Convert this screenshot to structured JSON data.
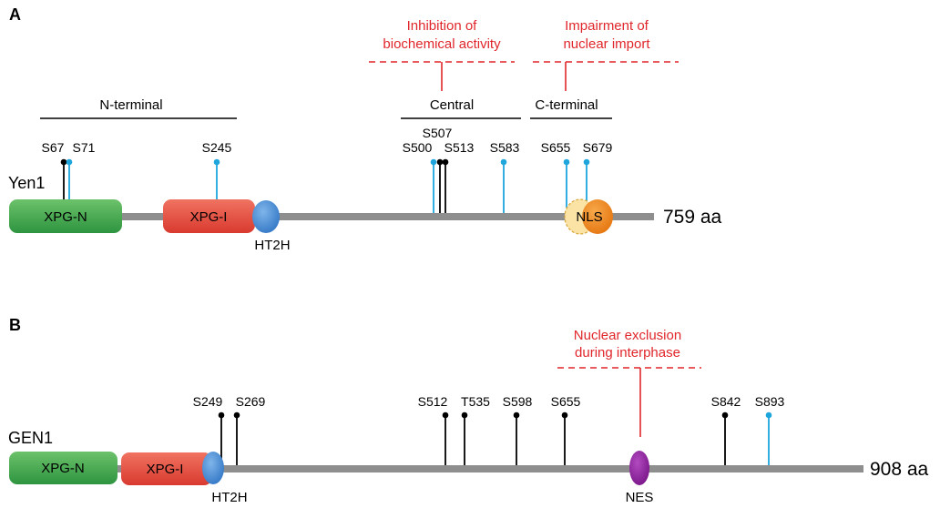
{
  "colors": {
    "backbone": "#8e8e8e",
    "black_site": "#000000",
    "blue_site": "#1ea6dc",
    "annotation": "#e0262b",
    "xpg_n": "#3cab45",
    "xpg_i": "#e84b3c",
    "ht2h": "#4a8fd6",
    "nls": "#f08a1c",
    "nls_ghost": "#fbe3a6",
    "nes": "#8b1f99"
  },
  "panel_a": {
    "label": "A",
    "protein": "Yen1",
    "length_label": "759 aa",
    "domains": {
      "xpg_n": "XPG-N",
      "xpg_i": "XPG-I",
      "ht2h": "HT2H",
      "nls": "NLS"
    },
    "regions": {
      "n_terminal": "N-terminal",
      "central": "Central",
      "c_terminal": "C-terminal"
    },
    "annotations": {
      "central": [
        "Inhibition of",
        "biochemical activity"
      ],
      "c_terminal": [
        "Impairment of",
        "nuclear import"
      ]
    },
    "sites": [
      {
        "label": "S67",
        "color": "black"
      },
      {
        "label": "S71",
        "color": "blue"
      },
      {
        "label": "S245",
        "color": "blue"
      },
      {
        "label": "S500",
        "color": "blue"
      },
      {
        "label": "S507",
        "color": "black"
      },
      {
        "label": "S513",
        "color": "black"
      },
      {
        "label": "S583",
        "color": "blue"
      },
      {
        "label": "S655",
        "color": "blue"
      },
      {
        "label": "S679",
        "color": "blue"
      }
    ]
  },
  "panel_b": {
    "label": "B",
    "protein": "GEN1",
    "length_label": "908 aa",
    "domains": {
      "xpg_n": "XPG-N",
      "xpg_i": "XPG-I",
      "ht2h": "HT2H",
      "nes": "NES"
    },
    "annotations": {
      "nes": [
        "Nuclear exclusion",
        "during interphase"
      ]
    },
    "sites": [
      {
        "label": "S249",
        "color": "black"
      },
      {
        "label": "S269",
        "color": "black"
      },
      {
        "label": "S512",
        "color": "black"
      },
      {
        "label": "T535",
        "color": "black"
      },
      {
        "label": "S598",
        "color": "black"
      },
      {
        "label": "S655",
        "color": "black"
      },
      {
        "label": "S842",
        "color": "black"
      },
      {
        "label": "S893",
        "color": "blue"
      }
    ]
  }
}
